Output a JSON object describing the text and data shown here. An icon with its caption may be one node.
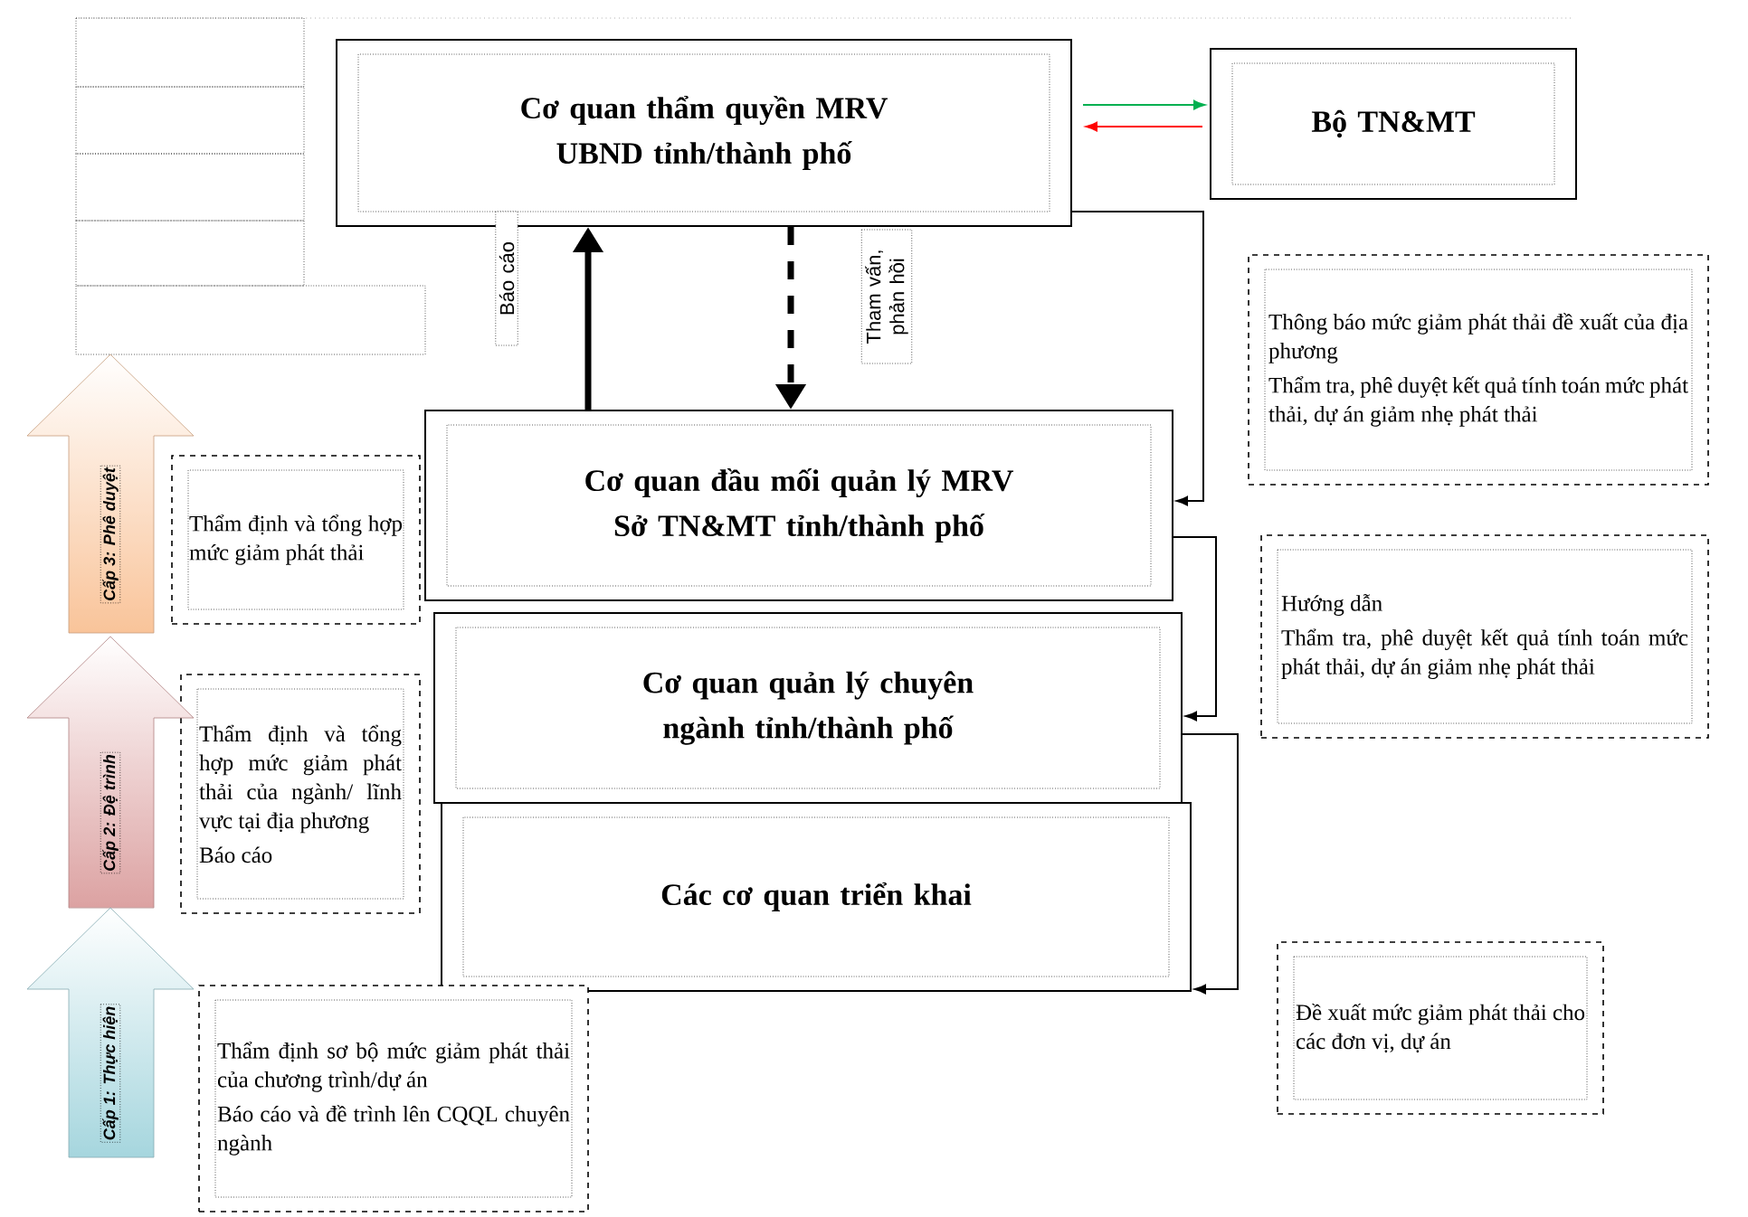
{
  "diagram": {
    "nodes": [
      {
        "text": [
          "Cơ quan thẩm quyền MRV UBND tỉnh/thành phố"
        ]
      },
      {
        "text": [
          "Bộ TN&MT"
        ]
      },
      {
        "text": [
          "Cơ quan đầu mối quản lý MRV Sở TN&MT tỉnh/thành phố"
        ]
      },
      {
        "text": [
          "Cơ quan quản lý chuyên ngành tỉnh/thành phố"
        ]
      },
      {
        "text": [
          "Các cơ quan triển khai"
        ]
      },
      {
        "text": [
          "Thông báo mức giảm phát thải đề xuất của địa phương",
          "Thẩm tra, phê duyệt kết quả tính toán mức phát thải, dự án giảm nhẹ phát thải"
        ]
      },
      {
        "text": [
          "Hướng dẫn",
          "Thẩm tra, phê duyệt kết quả tính toán mức phát thải, dự án giảm nhẹ phát thải"
        ]
      },
      {
        "text": [
          "Đề xuất mức giảm phát thải cho các đơn vị, dự án"
        ]
      },
      {
        "text": [
          "Thẩm định và tổng hợp mức giảm phát thải"
        ]
      },
      {
        "text": [
          "Thẩm định và tổng hợp mức giảm phát thải của ngành/ lĩnh vực tại địa phương",
          "Báo cáo"
        ]
      },
      {
        "text": [
          "Thẩm định sơ bộ mức giảm phát thải của chương trình/dự án",
          "Báo cáo và đề trình lên CQQL chuyên ngành"
        ]
      },
      {
        "text": [
          "Cấp 3: Phê duyệt"
        ]
      },
      {
        "text": [
          "Cấp 2: Đệ trình"
        ]
      },
      {
        "text": [
          "Cấp 1: Thực hiện"
        ]
      }
    ],
    "edges": [
      {
        "from": 0,
        "to": 1,
        "arrow": "to",
        "color": "#00b050"
      },
      {
        "from": 1,
        "to": 0,
        "arrow": "to",
        "color": "#ff0000"
      },
      {
        "from": 2,
        "to": 0,
        "arrow": "to",
        "label": "Báo cáo",
        "style": "thick"
      },
      {
        "from": 0,
        "to": 2,
        "arrow": "to",
        "label": "Tham vấn, phản hồi",
        "style": "dashed"
      },
      {
        "from": 0,
        "to": 2,
        "arrow": "to"
      },
      {
        "from": 2,
        "to": 3,
        "arrow": "to"
      },
      {
        "from": 3,
        "to": 4,
        "arrow": "to"
      }
    ]
  }
}
